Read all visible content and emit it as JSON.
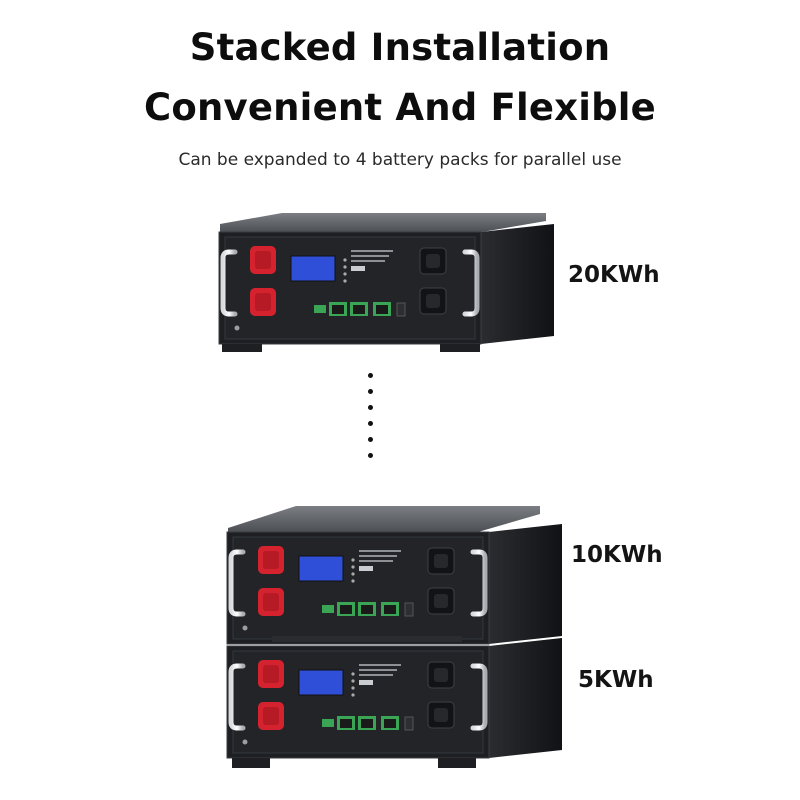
{
  "header": {
    "title_line1": "Stacked Installation",
    "title_line2": "Convenient And Flexible",
    "subtitle": "Can be expanded to 4 battery packs for parallel use"
  },
  "capacities": [
    {
      "label": "20KWh"
    },
    {
      "label": "10KWh"
    },
    {
      "label": "5KWh"
    }
  ],
  "colors": {
    "terminal_red": "#d4232f",
    "lcd_blue": "#2f4fd8",
    "connector_green": "#3aa655",
    "panel_black": "#1d1f22",
    "casing_gray": "#5a5d62"
  }
}
